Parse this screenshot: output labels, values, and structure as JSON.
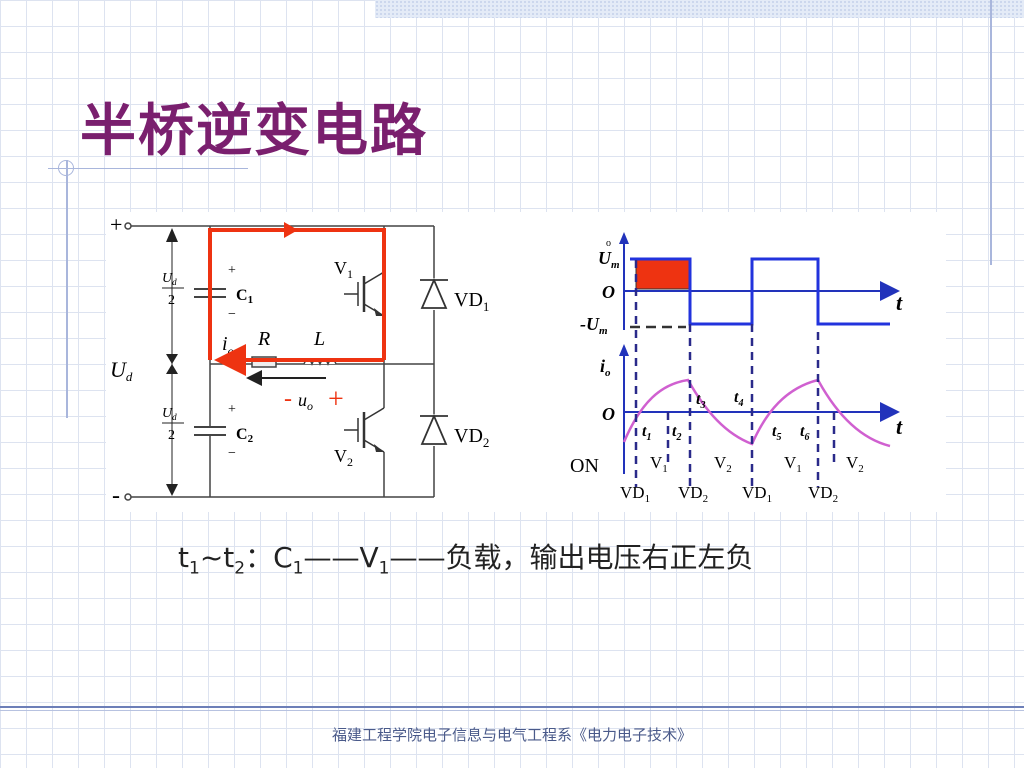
{
  "slide": {
    "title": "半桥逆变电路",
    "footer": "福建工程学院电子信息与电气工程系《电力电子技术》"
  },
  "caption": {
    "t1": "t",
    "t1_sub": "1",
    "tilde": "~",
    "t2": "t",
    "t2_sub": "2",
    "colon": "：",
    "c": "C",
    "c_sub": "1",
    "dash1": "——",
    "v": "V",
    "v_sub": "1",
    "dash2": "——",
    "text": "负载，输出电压右正左负"
  },
  "circuit": {
    "plus_terminal": "+",
    "minus_terminal": "-",
    "ud": "U",
    "ud_sub": "d",
    "half_num": "U",
    "half_num_sub": "d",
    "half_den": "2",
    "c1": "C",
    "c1_sub": "1",
    "c2": "C",
    "c2_sub": "2",
    "cap_plus": "+",
    "cap_minus": "−",
    "v1": "V",
    "v1_sub": "1",
    "v2": "V",
    "v2_sub": "2",
    "vd1": "VD",
    "vd1_sub": "1",
    "vd2": "VD",
    "vd2_sub": "2",
    "io": "i",
    "io_sub": "o",
    "r": "R",
    "l": "L",
    "uo_minus": "-",
    "uo": "u",
    "uo_sub": "o",
    "uo_plus": "+"
  },
  "waveform": {
    "um": "U",
    "um_sub": "m",
    "um_dot": "o",
    "neg_um": "-U",
    "neg_um_sub": "m",
    "origin": "O",
    "t_axis": "t",
    "io": "i",
    "io_sub": "o",
    "ticks": [
      {
        "t": "t",
        "sub": "1"
      },
      {
        "t": "t",
        "sub": "2"
      },
      {
        "t": "t",
        "sub": "3"
      },
      {
        "t": "t",
        "sub": "4"
      },
      {
        "t": "t",
        "sub": "5"
      },
      {
        "t": "t",
        "sub": "6"
      }
    ],
    "on_label": "ON",
    "on_row": [
      {
        "t": "V",
        "sub": "1"
      },
      {
        "t": "V",
        "sub": "2"
      },
      {
        "t": "V",
        "sub": "1"
      },
      {
        "t": "V",
        "sub": "2"
      }
    ],
    "vd_row": [
      {
        "t": "VD",
        "sub": "1"
      },
      {
        "t": "VD",
        "sub": "2"
      },
      {
        "t": "VD",
        "sub": "1"
      },
      {
        "t": "VD",
        "sub": "2"
      }
    ],
    "colors": {
      "voltage": "#2222dd",
      "current": "#d060d0",
      "highlight": "#ee3311",
      "wire": "#444444"
    }
  }
}
